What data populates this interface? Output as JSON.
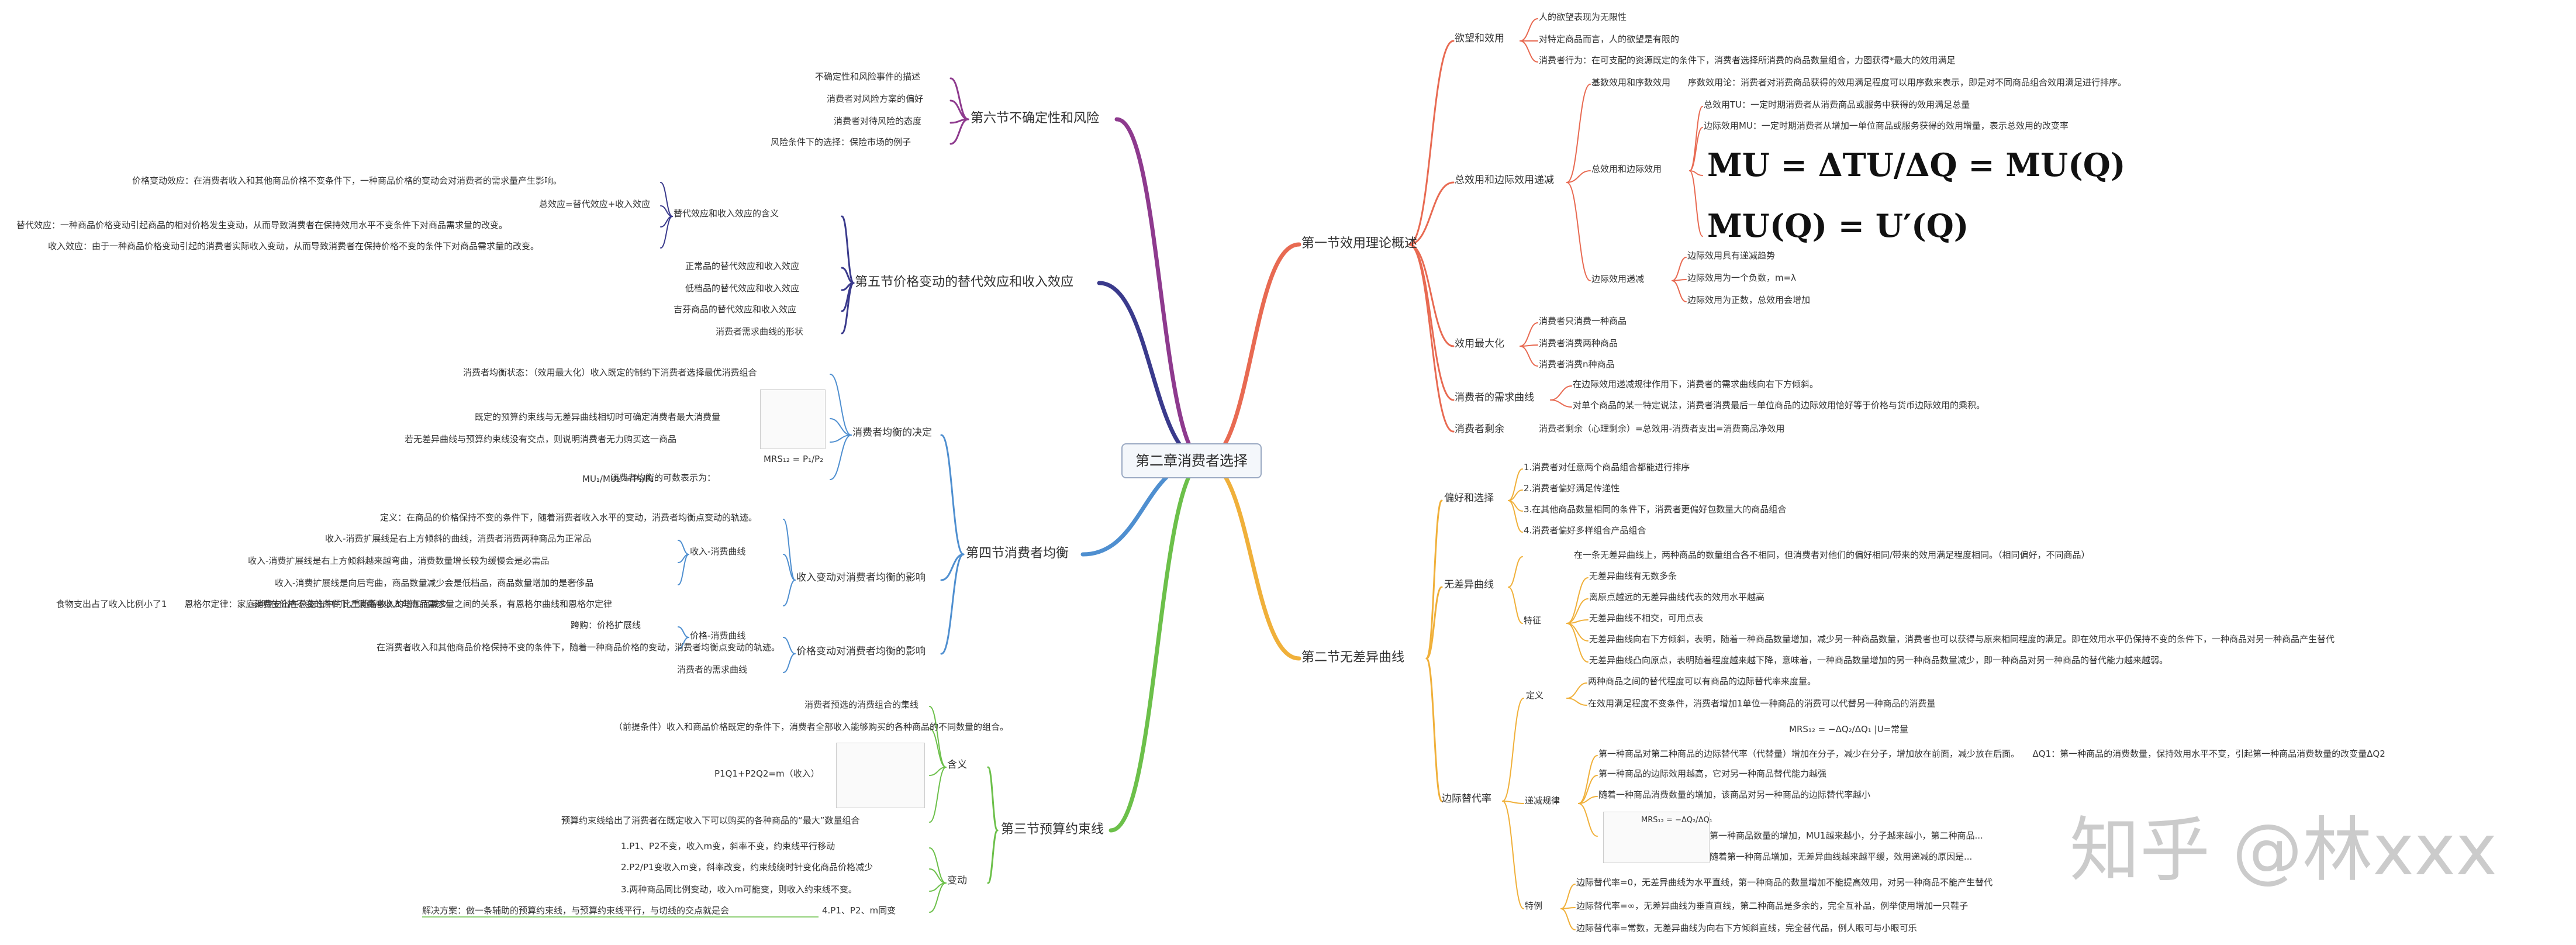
{
  "root": "第二章消费者选择",
  "sec1": {
    "title": "第一节效用理论概述",
    "pref_title": "欲望和效用",
    "pref": [
      "人的欲望表现为无限性",
      "对特定商品而言，人的欲望是有限的",
      "消费者行为：在可支配的资源既定的条件下，消费者选择所消费的商品数量组合，力图获得*最大的效用满足"
    ],
    "ut_title": "总效用和边际效用递减",
    "ut_card": "基数效用和序数效用　　序数效用论：消费者对消费商品获得的效用满足程度可以用序数来表示，即是对不同商品组合效用满足进行排序。",
    "tu_mu_title": "总效用和边际效用",
    "tu": "总效用TU：一定时期消费者从消费商品或服务中获得的效用满足总量",
    "mu": "边际效用MU：一定时期消费者从增加一单位商品或服务获得的效用增量，表示总效用的改变率",
    "formula1": "MU = ΔTU/ΔQ = MU(Q)",
    "formula2": "MU(Q) = U′(Q)",
    "dim_title": "边际效用递减",
    "dim": [
      "边际效用具有递减趋势",
      "边际效用为一个负数，m=λ",
      "边际效用为正数，总效用会增加"
    ],
    "umax_title": "效用最大化",
    "umax": [
      "消费者只消费一种商品",
      "消费者消费两种商品",
      "消费者消费n种商品"
    ],
    "demand_title": "消费者的需求曲线",
    "demand": [
      "在边际效用递减规律作用下，消费者的需求曲线向右下方倾斜。",
      "对单个商品的某一特定说法，消费者消费最后一单位商品的边际效用恰好等于价格与货币边际效用的乘积。"
    ],
    "surplus_title": "消费者剩余",
    "surplus": "消费者剩余（心理剩余）=总效用-消费者支出=消费商品净效用"
  },
  "sec2": {
    "title": "第二节无差异曲线",
    "pref_title": "偏好和选择",
    "pref": [
      "1.消费者对任意两个商品组合都能进行排序",
      "2.消费者偏好满足传递性",
      "3.在其他商品数量相同的条件下，消费者更偏好包数量大的商品组合",
      "4.消费者偏好多样组合产品组合"
    ],
    "ic_title": "无差异曲线",
    "ic_def": "在一条无差异曲线上，两种商品的数量组合各不相同，但消费者对他们的偏好相同/带来的效用满足程度相同。（相同偏好，不同商品）",
    "feat_title": "特征",
    "feat": [
      "无差异曲线有无数多条",
      "离原点越远的无差异曲线代表的效用水平越高",
      "无差异曲线不相交，可用点表",
      "无差异曲线向右下方倾斜，表明，随着一种商品数量增加，减少另一种商品数量，消费者也可以获得与原来相同程度的满足。即在效用水平仍保持不变的条件下，一种商品对另一种商品产生替代",
      "无差异曲线凸向原点，表明随着程度越来越下降，意味着，一种商品数量增加的另一种商品数量减少，即一种商品对另一种商品的替代能力越来越弱。"
    ],
    "mrs_title": "边际替代率",
    "def_title": "定义",
    "def": [
      "两种商品之间的替代程度可以有商品的边际替代率来度量。",
      "在效用满足程度不变条件，消费者增加1单位一种商品的消费可以代替另一种商品的消费量"
    ],
    "mrs_formula": "MRS₁₂ = −ΔQ₂/ΔQ₁ |U=常量",
    "dec_title": "递减规律",
    "dec_main": "第一种商品对第二种商品的边际替代率（代替量）增加在分子，减少在分子，增加放在前面，减少放在后面。　　ΔQ1：第一种商品的消费数量，保持效用水平不变，引起第一种商品消费数量的改变量ΔQ2",
    "dec": [
      "第一种商品的边际效用越高，它对另一种商品替代能力越强",
      "随着一种商品消费数量的增加，该商品对另一种商品的边际替代率越小"
    ],
    "dec_formula": "MRS₁₂ = −ΔQ₂/ΔQ₁",
    "dec_sub": [
      "第一种商品数量的增加，MU1越来越小，分子越来越小，第二种商品...",
      "随着第一种商品增加，无差异曲线越来越平缓，效用递减的原因是..."
    ],
    "special_title": "特例",
    "special": [
      "边际替代率=0，无差异曲线为水平直线，第一种商品的数量增加不能提高效用，对另一种商品不能产生替代",
      "边际替代率=∞，无差异曲线为垂直直线，第二种商品是多余的，完全互补品，例举使用增加一只鞋子",
      "边际替代率=常数，无差异曲线为向右下方倾斜直线，完全替代品，例人眼可与小眼可乐"
    ],
    "watermark": "知乎 @林xxx"
  },
  "sec3": {
    "title": "第三节预算约束线",
    "mean_title": "含义",
    "mean": [
      "消费者预选的消费组合的集线",
      "（前提条件）收入和商品价格既定的条件下，消费者全部收入能够购买的各种商品的不同数量的组合。",
      "P1Q1+P2Q2=m（收入）",
      "预算约束线给出了消费者在既定收入下可以购买的各种商品的“最大”数量组合"
    ],
    "chg_title": "变动",
    "chg": [
      "1.P1、P2不变，收入m变，斜率不变，约束线平行移动",
      "2.P2/P1变收入m变，斜率改变，约束线绕时针变化商品价格减少",
      "3.两种商品同比例变动，收入m可能变，则收入约束线不变。",
      "4.P1、P2、m同变"
    ],
    "solution": "解决方案：做一条辅助的预算约束线，与预算约束线平行，与切线的交点就是会"
  },
  "sec4": {
    "title": "第四节消费者均衡",
    "eq_title": "消费者均衡的决定",
    "eq": [
      "消费者均衡状态：（效用最大化）收入既定的制约下消费者选择最优消费组合",
      "既定的预算约束线与无差异曲线相切时可确定消费者最大消费量",
      "若无差异曲线与预算约束线没有交点，则说明消费者无力购买这一商品",
      "消费者均衡的可数表示为："
    ],
    "eq_formula": "MRS₁₂ = P₁/P₂",
    "eq_formula2": "MU₁/MU₂ = P₁/P₂",
    "inc_title": "收入变动对消费者均衡的影响",
    "inc_def": "定义：在商品的价格保持不变的条件下，随着消费者收入水平的变动，消费者均衡点变动的轨迹。",
    "icc_title": "收入-消费曲线",
    "icc": [
      "收入-消费扩展线是右上方倾斜的曲线，消费者消费两种商品为正常品",
      "收入-消费扩展线是右上方倾斜越来越弯曲，消费数量增长较为缓慢会是必需品",
      "收入-消费扩展线是向后弯曲，商品数量减少会是低档品，商品数量增加的是奢侈品"
    ],
    "engel": "表明在价格不变的条件下，消费者收入与商品需求量之间的关系，有恩格尔曲线和恩格尔定律",
    "engel_law": "食物支出占了收入比例小了1　　恩格尔定律：家庭消费支出在总支出中的比重随着收入的增加而减少",
    "price_title": "价格变动对消费者均衡的影响",
    "pcc_title": "价格-消费曲线",
    "pcc": [
      "跨购：价格扩展线",
      "在消费者收入和其他商品价格保持不变的条件下，随着一种商品价格的变动，消费者均衡点变动的轨迹。"
    ],
    "demand_curve": "消费者的需求曲线"
  },
  "sec5": {
    "title": "第五节价格变动的替代效应和收入效应",
    "defs_title": "替代效应和收入效应的含义",
    "defs": [
      "价格变动效应：在消费者收入和其他商品价格不变条件下，一种商品价格的变动会对消费者的需求量产生影响。",
      "总效应=替代效应+收入效应",
      "替代效应：一种商品价格变动引起商品的相对价格发生变动，从而导致消费者在保持效用水平不变条件下对商品需求量的改变。",
      "收入效应：由于一种商品价格变动引起的消费者实际收入变动，从而导致消费者在保持价格不变的条件下对商品需求量的改变。"
    ],
    "goods": [
      "正常品的替代效应和收入效应",
      "低档品的替代效应和收入效应",
      "吉芬商品的替代效应和收入效应",
      "消费者需求曲线的形状"
    ]
  },
  "sec6": {
    "title": "第六节不确定性和风险",
    "items": [
      "不确定性和风险事件的描述",
      "消费者对风险方案的偏好",
      "消费者对待风险的态度",
      "风险条件下的选择：保险市场的例子"
    ]
  },
  "colors": {
    "sec1": "#e86a52",
    "sec2": "#f0b03a",
    "sec3": "#6cc04a",
    "sec4": "#4f8fd0",
    "sec5": "#3a3a8c",
    "sec6": "#8e3a8e"
  }
}
